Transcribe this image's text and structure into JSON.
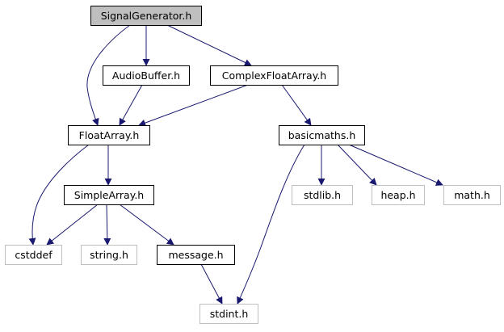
{
  "nodes": [
    {
      "id": "signalgenerator",
      "label": "SignalGenerator.h",
      "style": "root"
    },
    {
      "id": "audiobuffer",
      "label": "AudioBuffer.h",
      "style": "internal"
    },
    {
      "id": "complexfloatarray",
      "label": "ComplexFloatArray.h",
      "style": "internal"
    },
    {
      "id": "floatarray",
      "label": "FloatArray.h",
      "style": "internal"
    },
    {
      "id": "basicmaths",
      "label": "basicmaths.h",
      "style": "internal"
    },
    {
      "id": "simplearray",
      "label": "SimpleArray.h",
      "style": "internal"
    },
    {
      "id": "stdlib",
      "label": "stdlib.h",
      "style": "external"
    },
    {
      "id": "heap",
      "label": "heap.h",
      "style": "external"
    },
    {
      "id": "math",
      "label": "math.h",
      "style": "external"
    },
    {
      "id": "cstddef",
      "label": "cstddef",
      "style": "external"
    },
    {
      "id": "string",
      "label": "string.h",
      "style": "external"
    },
    {
      "id": "message",
      "label": "message.h",
      "style": "internal"
    },
    {
      "id": "stdint",
      "label": "stdint.h",
      "style": "external"
    }
  ],
  "edges": [
    {
      "from": "signalgenerator",
      "to": "audiobuffer"
    },
    {
      "from": "signalgenerator",
      "to": "floatarray"
    },
    {
      "from": "signalgenerator",
      "to": "complexfloatarray"
    },
    {
      "from": "audiobuffer",
      "to": "floatarray"
    },
    {
      "from": "complexfloatarray",
      "to": "floatarray"
    },
    {
      "from": "complexfloatarray",
      "to": "basicmaths"
    },
    {
      "from": "floatarray",
      "to": "simplearray"
    },
    {
      "from": "floatarray",
      "to": "cstddef"
    },
    {
      "from": "basicmaths",
      "to": "stdlib"
    },
    {
      "from": "basicmaths",
      "to": "heap"
    },
    {
      "from": "basicmaths",
      "to": "math"
    },
    {
      "from": "basicmaths",
      "to": "stdint"
    },
    {
      "from": "simplearray",
      "to": "cstddef"
    },
    {
      "from": "simplearray",
      "to": "string"
    },
    {
      "from": "simplearray",
      "to": "message"
    },
    {
      "from": "message",
      "to": "stdint"
    }
  ],
  "colors": {
    "root_fill": "#bfbfbf",
    "internal_border": "#000000",
    "external_border": "#bfbfbf",
    "edge": "#191970"
  }
}
